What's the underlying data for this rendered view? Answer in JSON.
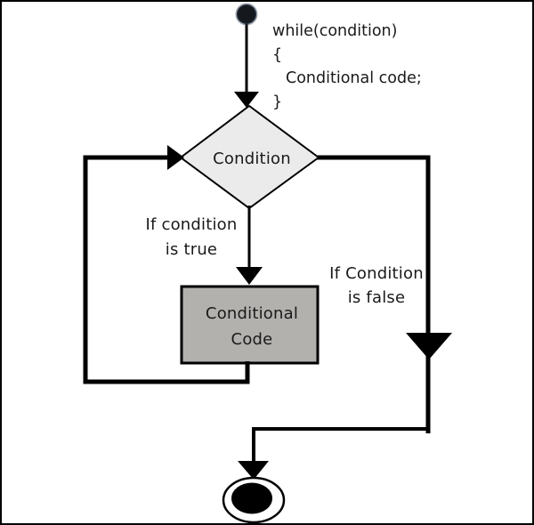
{
  "diagram": {
    "kind": "while-loop-flowchart",
    "code_annotation": {
      "line1": "while(condition)",
      "line2": "{",
      "line3": "Conditional code;",
      "line4": "}"
    },
    "condition_node": {
      "label": "Condition"
    },
    "process_node": {
      "label": "Conditional Code"
    },
    "true_branch": {
      "label": "If condition is true"
    },
    "false_branch": {
      "label": "If Condition is false"
    },
    "colors": {
      "line": "#000000",
      "text": "#1a1a1a",
      "diamond_fill": "#ebebeb",
      "box_fill": "#b3b1ae",
      "start_node_fill": "#15181c",
      "end_node_ring": "#ffffff",
      "end_node_core": "#000000",
      "page_border": "#000000"
    }
  }
}
